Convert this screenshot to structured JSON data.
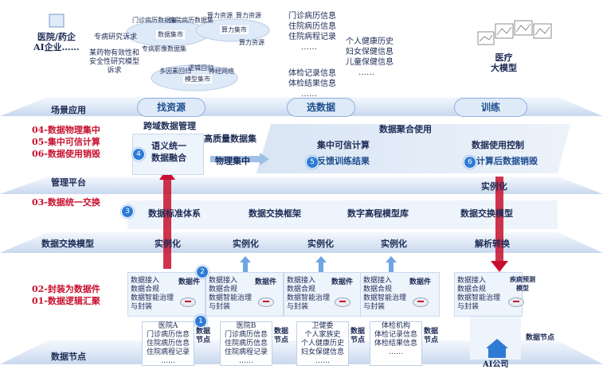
{
  "layers": {
    "scene": "场景应用",
    "platform": "管理平台",
    "exchange_model": "数据交换模型",
    "nodes": "数据节点"
  },
  "steps": {
    "s04": "04-数据物理集中",
    "s05": "05-集中可信计算",
    "s06": "06-数据使用销毁",
    "s03": "03-数据统一交换",
    "s02": "02-封装为数据件",
    "s01": "01-数据逻辑汇聚"
  },
  "scene": {
    "left_client": "医院/药企\nAI企业……",
    "find_resources": "找资源",
    "select_data": "选数据",
    "train": "训练",
    "requests": [
      "专病研究诉求",
      "某药物有效性和\n安全性研究模型\n诉求"
    ],
    "clusters": {
      "top_labels": [
        "门诊病历数据集",
        "住院病历数据集",
        "算力资源",
        "算力资源",
        "算力资源"
      ],
      "center1": "数据集市",
      "center2": "算力集市",
      "center3": "模型集市",
      "misc": [
        "专病影像数据集",
        "多因素回归",
        "逻辑回归",
        "神经网络"
      ]
    },
    "data_list1": [
      "门诊病历信息",
      "住院病历信息",
      "住院病程记录",
      "……"
    ],
    "data_list2": [
      "个人健康历史",
      "妇女保健信息",
      "儿童保健信息",
      "……"
    ],
    "data_list3": [
      "体检记录信息",
      "体检结果信息",
      "……"
    ],
    "model": "医疗\n大模型"
  },
  "platform": {
    "cross_domain": "跨域数据管理",
    "semantic": "语义统一\n数据融合",
    "high_quality": "高质量数据集",
    "physical": "物理集中",
    "aggregation": "数据聚合使用",
    "trusted": "集中可信计算",
    "feedback": "反馈训练结果",
    "control": "数据使用控制",
    "destroy": "计算后数据销毁",
    "instantiate": "实例化"
  },
  "exchange": {
    "items": [
      "数据标准体系",
      "数据交换框架",
      "数字高程模型库",
      "数据交换模型"
    ],
    "instantiate": "实例化",
    "parse": "解析转换"
  },
  "nodes": {
    "pkg_lines": [
      "数据接入",
      "数据合规",
      "数据智能治理",
      "与封装"
    ],
    "pkg_label": "数据件",
    "node_label": "数据\n节点",
    "sources": [
      {
        "name": "医院A",
        "items": [
          "门诊病历信息",
          "住院病历信息",
          "住院病程记录",
          "……"
        ]
      },
      {
        "name": "医院B",
        "items": [
          "门诊病历信息",
          "住院病历信息",
          "住院病程记录",
          "……"
        ]
      },
      {
        "name": "卫健委",
        "items": [
          "个人家族史",
          "个人健康历史",
          "妇女保健信息",
          "……"
        ]
      },
      {
        "name": "体检机构",
        "items": [
          "体检记录信息",
          "体检结果信息",
          "……"
        ]
      }
    ],
    "ai_company": "AI公司",
    "disease_model": "疾病预测\n模型",
    "data_node": "数据节点"
  },
  "badges": [
    "1",
    "2",
    "3",
    "4",
    "5",
    "6"
  ],
  "colors": {
    "accent_red": "#c8102e",
    "accent_blue": "#3a78c2",
    "plane": "#dbe6f5"
  }
}
